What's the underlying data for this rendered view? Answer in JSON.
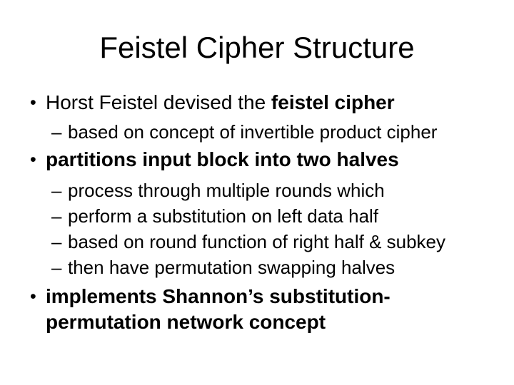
{
  "slide": {
    "title": "Feistel Cipher Structure",
    "bullet_marker": "•",
    "sub_marker": "–",
    "bullets": [
      {
        "text_regular": "Horst Feistel devised the ",
        "text_bold": "feistel cipher",
        "subs": [
          "based on concept of invertible product cipher"
        ]
      },
      {
        "text_bold": "partitions input block into two halves",
        "subs": [
          "process through multiple rounds which",
          "perform a substitution on left data half",
          "based on round function of right half & subkey",
          "then have permutation swapping halves"
        ]
      },
      {
        "text_bold": "implements Shannon’s substitution-permutation network concept",
        "subs": []
      }
    ],
    "colors": {
      "background": "#ffffff",
      "text": "#000000"
    }
  }
}
